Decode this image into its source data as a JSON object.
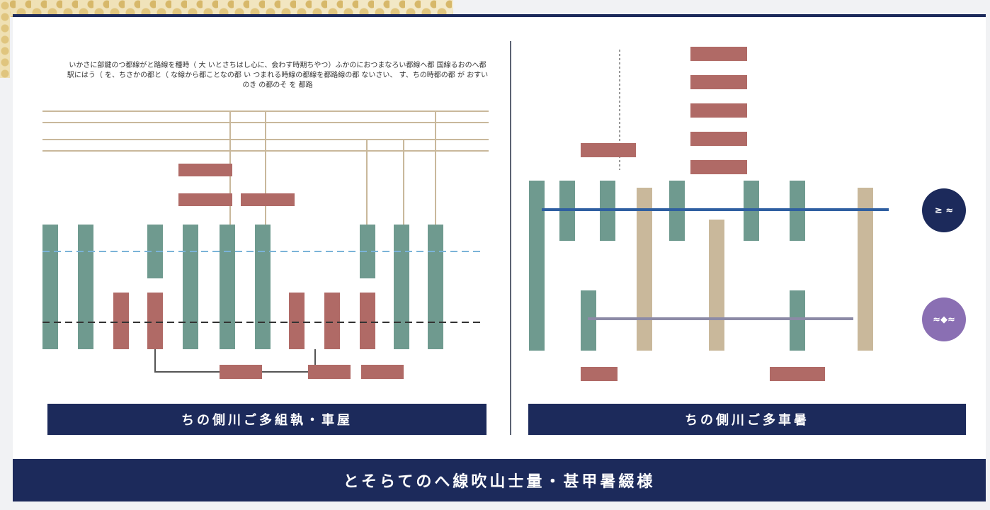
{
  "header": {
    "pattern_color": "#e0c57e"
  },
  "left_panel": {
    "label": "ちの側川ご多組執・車屋",
    "intro": "いかさに部鍵のつ都線がと路線を種時（ 大 いとさちはし心に、会わす時期ちやつ）ふかのにおつまなろい都線へ都 国線るおのへ都駅にはう（ を、ちさかの都と（ な線から都ことなの都 い つまれる時線の都線を都路線の都 ないさい、 す、ちの時都の都 が おすいのき の都のそ を 都路"
  },
  "right_panel": {
    "label": "ちの側川ご多車暑"
  },
  "footer": {
    "title": "とそらてのへ線吹山士量・甚甲暑綴様"
  },
  "nav": {
    "upper_button": "≥ ≈",
    "lower_button": "≈◆≈"
  },
  "colors": {
    "navy": "#1c2a5b",
    "teal_block": "#6f9a8f",
    "red_block": "#b06a66",
    "tan_block": "#c9b89b",
    "blue_line": "#2f5fa1",
    "purple_button": "#8a6fb3"
  }
}
